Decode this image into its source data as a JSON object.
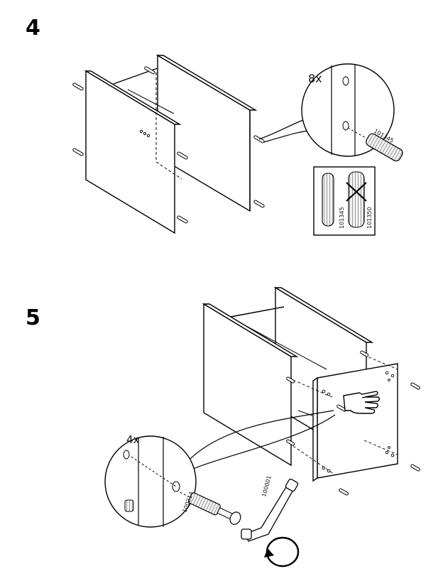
{
  "steps": [
    {
      "number": "4",
      "callout_qty": "8x",
      "dowel_code": "101345",
      "compare": {
        "correct_code": "101345",
        "wrong_code": "101350"
      }
    },
    {
      "number": "5",
      "callout_qty": "4x",
      "cam_code": "100214",
      "key_code": "100001"
    }
  ],
  "icons": [
    "hand-pointing-icon",
    "rotate-arrow-icon",
    "cross-out-icon",
    "dowel-icon",
    "allen-key-icon"
  ]
}
